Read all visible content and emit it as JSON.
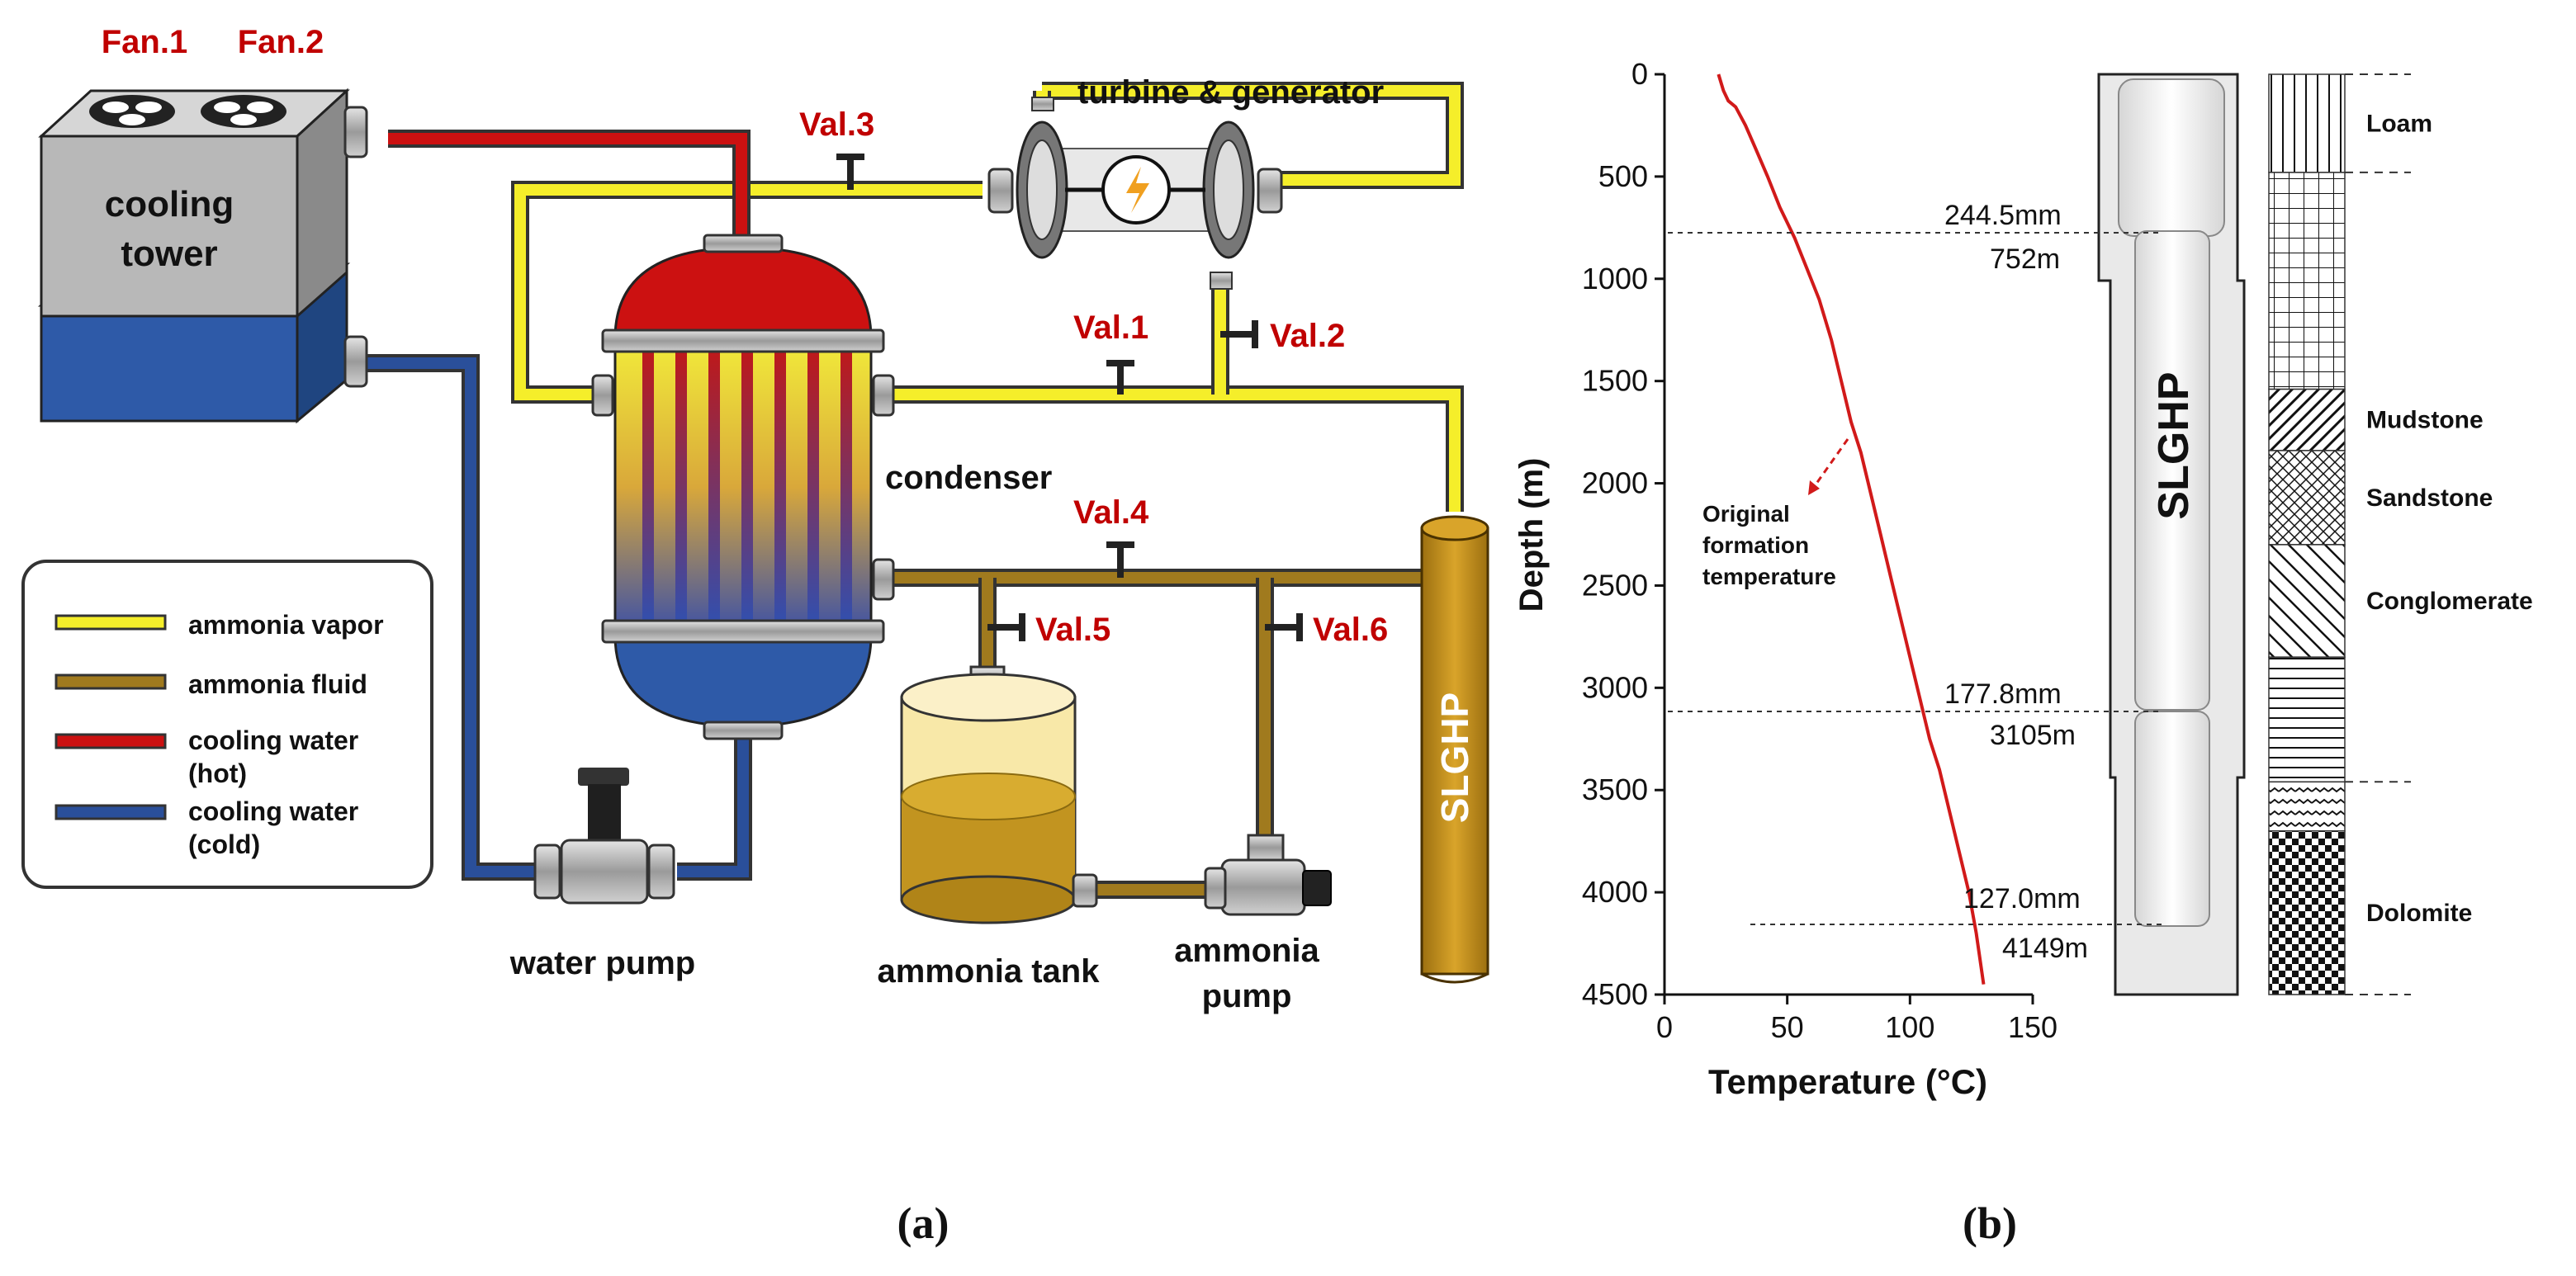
{
  "panel_a": {
    "caption": "(a)",
    "fan1": "Fan.1",
    "fan2": "Fan.2",
    "cooling_tower_line1": "cooling",
    "cooling_tower_line2": "tower",
    "turbine": "turbine & generator",
    "condenser": "condenser",
    "water_pump": "water pump",
    "ammonia_tank": "ammonia tank",
    "ammonia_pump_line1": "ammonia",
    "ammonia_pump_line2": "pump",
    "slghp": "SLGHP",
    "valves": [
      "Val.1",
      "Val.2",
      "Val.3",
      "Val.4",
      "Val.5",
      "Val.6"
    ],
    "legend": [
      {
        "label": "ammonia vapor",
        "color": "#f5ee2a"
      },
      {
        "label": "ammonia fluid",
        "color": "#a07a1e"
      },
      {
        "label": "cooling water",
        "label2": "(hot)",
        "color": "#cc1111"
      },
      {
        "label": "cooling water",
        "label2": "(cold)",
        "color": "#2a4f9a"
      }
    ]
  },
  "panel_b": {
    "caption": "(b)",
    "xlabel": "Temperature (°C)",
    "ylabel": "Depth (m)",
    "annotation_line1": "Original",
    "annotation_line2": "formation",
    "annotation_line3": "temperature",
    "well_label": "SLGHP",
    "casing_labels": [
      {
        "size": "244.5mm",
        "depth": "752m"
      },
      {
        "size": "177.8mm",
        "depth": "3105m"
      },
      {
        "size": "127.0mm",
        "depth": "4149m"
      }
    ],
    "strata": [
      {
        "name": "Loam",
        "from": 0,
        "to": 480
      },
      {
        "name": "",
        "from": 480,
        "to": 1540
      },
      {
        "name": "Mudstone",
        "from": 1540,
        "to": 1840
      },
      {
        "name": "Sandstone",
        "from": 1840,
        "to": 2300
      },
      {
        "name": "Conglomerate",
        "from": 2300,
        "to": 2850
      },
      {
        "name": "",
        "from": 2850,
        "to": 3460
      },
      {
        "name": "",
        "from": 3460,
        "to": 3700
      },
      {
        "name": "Dolomite",
        "from": 3700,
        "to": 4500
      }
    ]
  },
  "chart_data": {
    "type": "line",
    "title": "",
    "xlabel": "Temperature (°C)",
    "ylabel": "Depth (m)",
    "xlim": [
      0,
      150
    ],
    "ylim": [
      4500,
      0
    ],
    "xticks": [
      0,
      50,
      100,
      150
    ],
    "yticks": [
      0,
      500,
      1000,
      1500,
      2000,
      2500,
      3000,
      3500,
      4000,
      4500
    ],
    "series": [
      {
        "color": "#d11a1a",
        "x": [
          22,
          24,
          26,
          29,
          33,
          37,
          42,
          47,
          53,
          58,
          63,
          68,
          72,
          76,
          80,
          84,
          88,
          92,
          96,
          100,
          104,
          108,
          112,
          116,
          120,
          124,
          127,
          130
        ],
        "y": [
          0,
          80,
          130,
          160,
          250,
          360,
          500,
          650,
          800,
          950,
          1100,
          1300,
          1500,
          1700,
          1850,
          2050,
          2250,
          2450,
          2650,
          2850,
          3050,
          3250,
          3400,
          3600,
          3800,
          4000,
          4200,
          4450
        ]
      }
    ]
  }
}
